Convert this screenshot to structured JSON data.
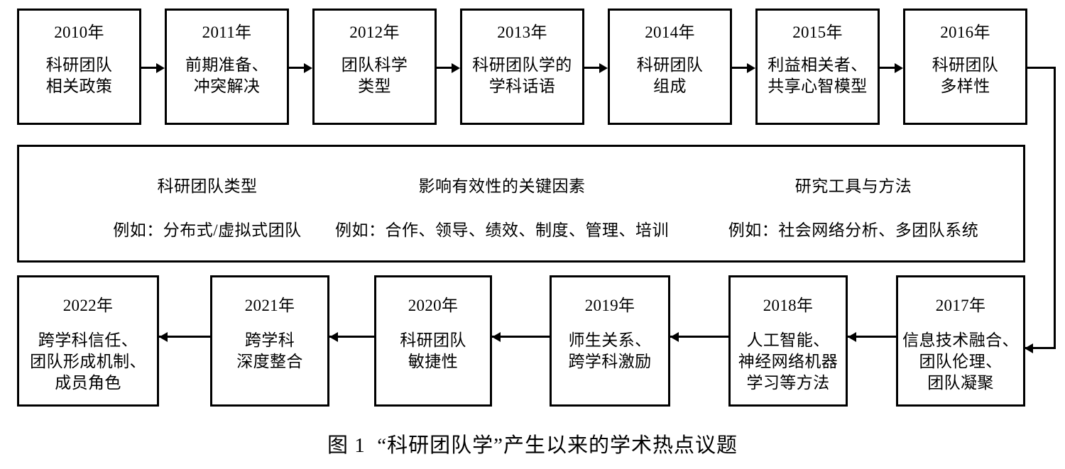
{
  "figure": {
    "caption": "图 1  “科研团队学”产生以来的学术热点议题",
    "stroke_color": "#000000",
    "background_color": "#ffffff"
  },
  "timeline_top": {
    "direction": "left-to-right",
    "nodes": [
      {
        "year": "2010年",
        "topic": "科研团队\n相关政策"
      },
      {
        "year": "2011年",
        "topic": "前期准备、\n冲突解决"
      },
      {
        "year": "2012年",
        "topic": "团队科学\n类型"
      },
      {
        "year": "2013年",
        "topic": "科研团队学的\n学科话语"
      },
      {
        "year": "2014年",
        "topic": "科研团队\n组成"
      },
      {
        "year": "2015年",
        "topic": "利益相关者、\n共享心智模型"
      },
      {
        "year": "2016年",
        "topic": "科研团队\n多样性"
      }
    ]
  },
  "band": {
    "columns": [
      {
        "title": "科研团队类型",
        "example": "例如：分布式/虚拟式团队"
      },
      {
        "title": "影响有效性的关键因素",
        "example": "例如：合作、领导、绩效、制度、管理、培训"
      },
      {
        "title": "研究工具与方法",
        "example": "例如：社会网络分析、多团队系统"
      }
    ]
  },
  "timeline_bottom": {
    "direction": "right-to-left",
    "nodes": [
      {
        "year": "2022年",
        "topic": "跨学科信任、\n团队形成机制、\n成员角色"
      },
      {
        "year": "2021年",
        "topic": "跨学科\n深度整合"
      },
      {
        "year": "2020年",
        "topic": "科研团队\n敏捷性"
      },
      {
        "year": "2019年",
        "topic": "师生关系、\n跨学科激励"
      },
      {
        "year": "2018年",
        "topic": "人工智能、\n神经网络机器\n学习等方法"
      },
      {
        "year": "2017年",
        "topic": "信息技术融合、\n团队伦理、\n团队凝聚"
      }
    ]
  },
  "connectors": {
    "top_arrow_labels": [
      "arrow-2010-to-2011",
      "arrow-2011-to-2012",
      "arrow-2012-to-2013",
      "arrow-2013-to-2014",
      "arrow-2014-to-2015",
      "arrow-2015-to-2016"
    ],
    "wrap_label": "connector-2016-to-2017",
    "bottom_arrow_labels": [
      "arrow-2017-to-2018",
      "arrow-2018-to-2019",
      "arrow-2019-to-2020",
      "arrow-2020-to-2021",
      "arrow-2021-to-2022"
    ]
  }
}
